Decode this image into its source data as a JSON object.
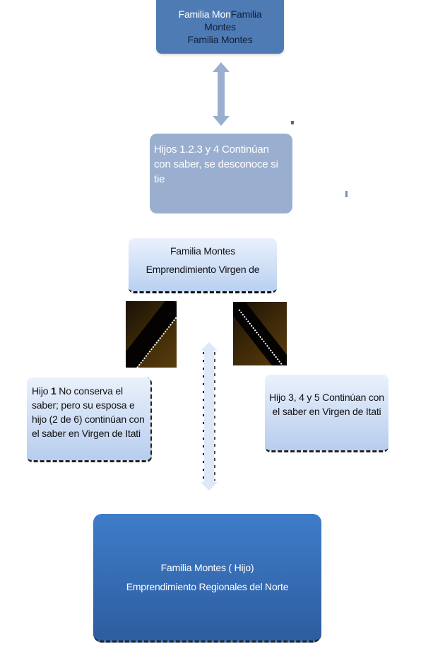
{
  "diagram": {
    "top_box": {
      "line1_white": "Familia Mon",
      "line1_dark": "Familia",
      "line2": "Montes",
      "line3": "Familia Montes"
    },
    "hijos_box": {
      "text": "Hijos 1.2.3 y 4 Continúan con saber, se desconoce si tie"
    },
    "middle_box": {
      "line1": "Familia Montes",
      "line2": "Emprendimiento Virgen de"
    },
    "left_box": {
      "prefix": "Hijo ",
      "bold": "1",
      "text": " No conserva el saber;  pero su esposa e hijo (2 de 6) continúan con el saber en Virgen de Itati"
    },
    "right_box": {
      "text": "Hijo 3, 4 y  5 Continúan con el saber en Virgen de Itati"
    },
    "bottom_box": {
      "line1": "Familia Montes ( Hijo)",
      "line2": "Emprendimiento Regionales del Norte"
    },
    "colors": {
      "top": "#4f7bb5",
      "hijos": "#9aafcf",
      "light_gradient_top": "#eaf1fc",
      "light_gradient_bottom": "#b7cdee",
      "bottom": "#3168ad",
      "arrow": "#9aafcf",
      "arrow_light": "#dde8f8"
    }
  }
}
